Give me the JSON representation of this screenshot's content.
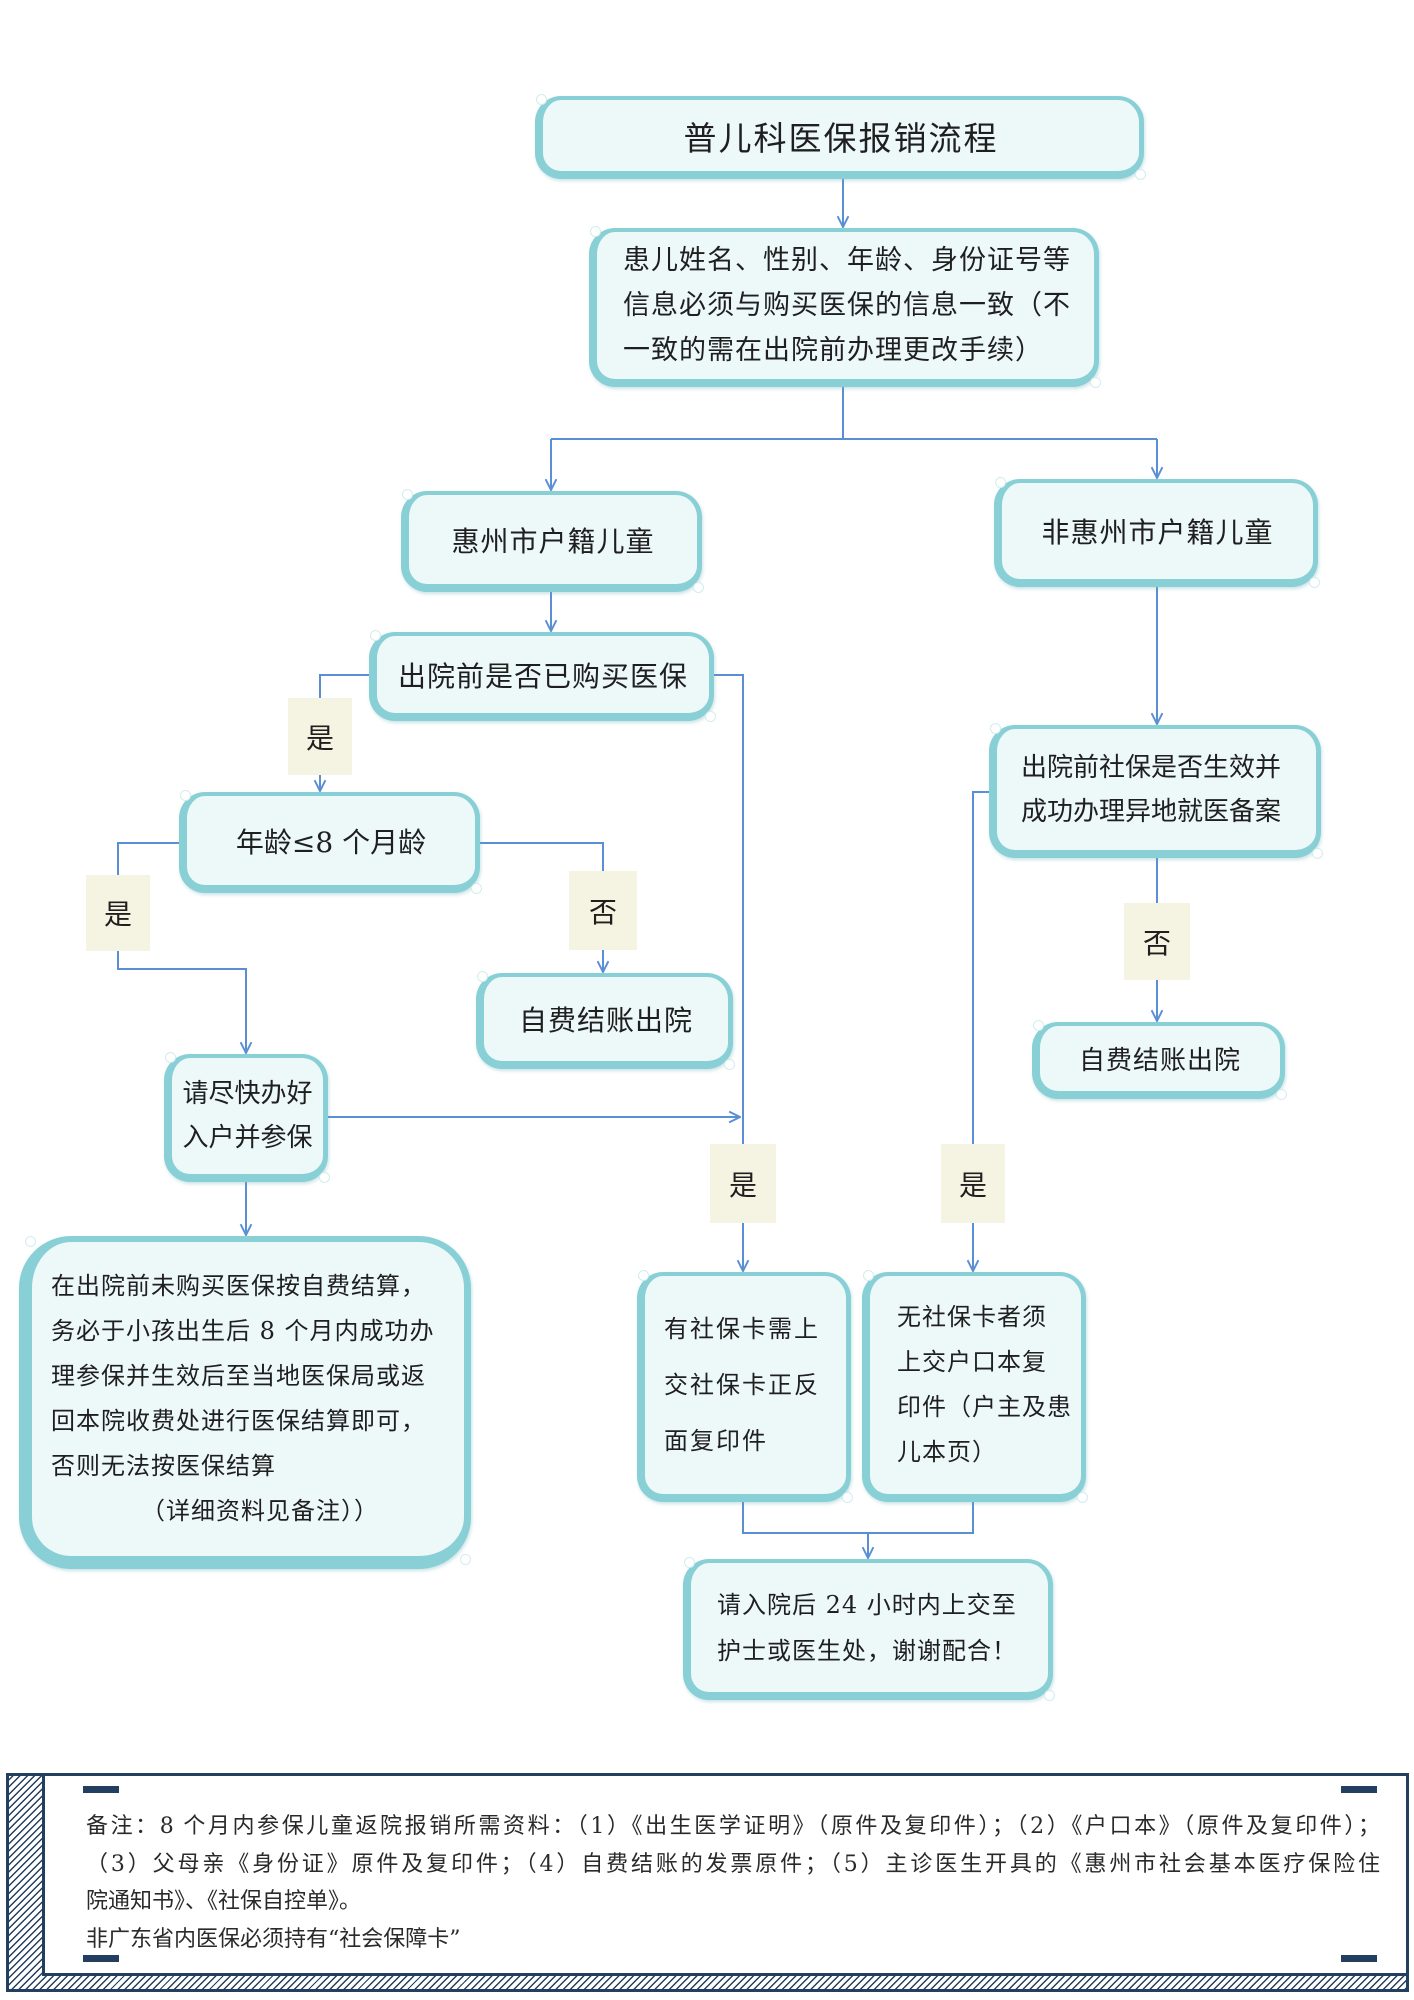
{
  "colors": {
    "box_fill": "#edf8f9",
    "box_border": "#88d0d6",
    "connector": "#5a8fd4",
    "edge_label_fill": "#f5f3e1",
    "note_frame": "#233f5f",
    "text": "#1f1f1f"
  },
  "flowchart": {
    "title": "普儿科医保报销流程",
    "info_requirement": [
      "患儿姓名、性别、年龄、身份证号等",
      "信息必须与购买医保的信息一致（不",
      "一致的需在出院前办理更改手续）"
    ],
    "huizhou_child": "惠州市户籍儿童",
    "non_huizhou_child": "非惠州市户籍儿童",
    "insurance_purchased_question": "出院前是否已购买医保",
    "age_question": "年龄≤8 个月龄",
    "self_pay_discharge_left": "自费结账出院",
    "register_household": [
      "请尽快办好",
      "入户并参保"
    ],
    "unpaid_instructions": [
      "在出院前未购买医保按自费结算，",
      "务必于小孩出生后 8 个月内成功办",
      "理参保并生效后至当地医保局或返",
      "回本院收费处进行医保结算即可，",
      "否则无法按医保结算",
      "（详细资料见备注））"
    ],
    "insurance_effective_question": [
      "出院前社保是否生效并",
      "成功办理异地就医备案"
    ],
    "self_pay_discharge_right": "自费结账出院",
    "with_card_requirement": [
      "有社保卡需上",
      "交社保卡正反",
      "面复印件"
    ],
    "without_card_requirement": [
      "无社保卡者须",
      "上交户口本复",
      "印件（户主及患",
      "儿本页）"
    ],
    "submission_notice": [
      "请入院后 24 小时内上交至",
      "护士或医生处，谢谢配合！"
    ],
    "edge_labels": {
      "purchased_yes": "是",
      "age_yes": "是",
      "age_no": "否",
      "purchase_path_yes": "是",
      "effective_no": "否",
      "effective_yes": "是"
    }
  },
  "note": {
    "lines": [
      "备注：8 个月内参保儿童返院报销所需资料：（1）《出生医学证明》（原件及复印件）；（2）《户口本》（原件及复印件）；",
      "（3）父母亲《身份证》原件及复印件；（4）自费结账的发票原件；（5）主诊医生开具的《惠州市社会基本医疗保险住",
      "院通知书》、《社保自控单》。",
      "非广东省内医保必须持有“社会保障卡”"
    ]
  }
}
